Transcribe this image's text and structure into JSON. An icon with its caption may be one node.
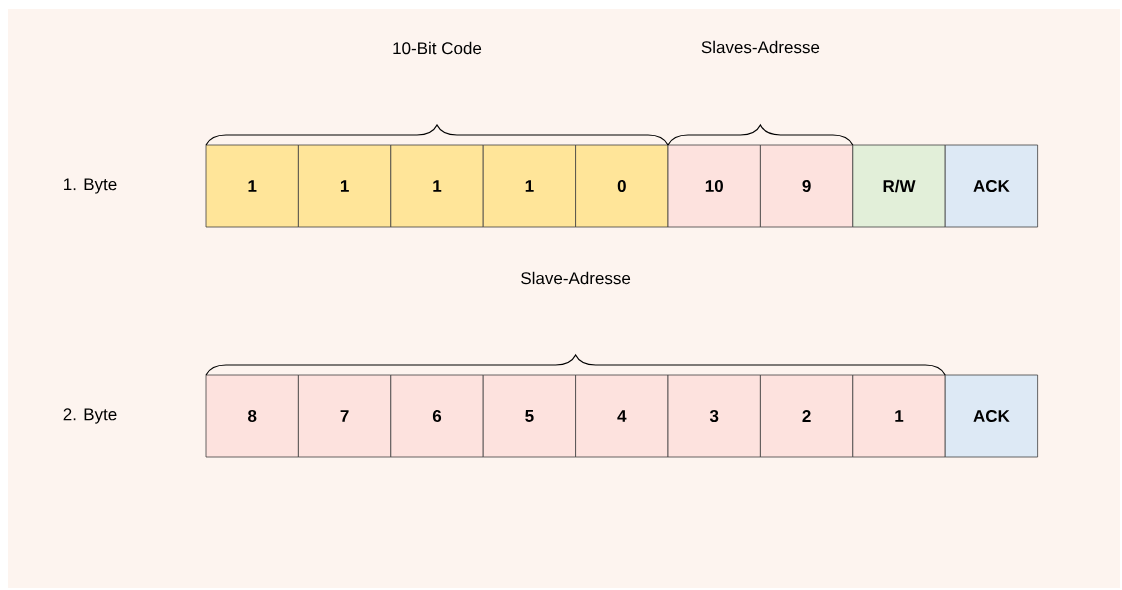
{
  "diagram": {
    "nodes": [
      {
        "text": [
          "1"
        ]
      },
      {
        "text": [
          "1"
        ]
      },
      {
        "text": [
          "1"
        ]
      },
      {
        "text": [
          "1"
        ]
      },
      {
        "text": [
          "0"
        ]
      },
      {
        "text": [
          "10"
        ]
      },
      {
        "text": [
          "9"
        ]
      },
      {
        "text": [
          "R/W"
        ]
      },
      {
        "text": [
          "ACK"
        ]
      },
      {
        "text": [
          "8"
        ]
      },
      {
        "text": [
          "7"
        ]
      },
      {
        "text": [
          "6"
        ]
      },
      {
        "text": [
          "5"
        ]
      },
      {
        "text": [
          "4"
        ]
      },
      {
        "text": [
          "3"
        ]
      },
      {
        "text": [
          "2"
        ]
      },
      {
        "text": [
          "1"
        ]
      },
      {
        "text": [
          "ACK"
        ]
      }
    ],
    "labels": [
      "10-Bit Code",
      "Slaves-Adresse",
      "1. Byte",
      "Slave-Adresse",
      "2. Byte"
    ]
  }
}
